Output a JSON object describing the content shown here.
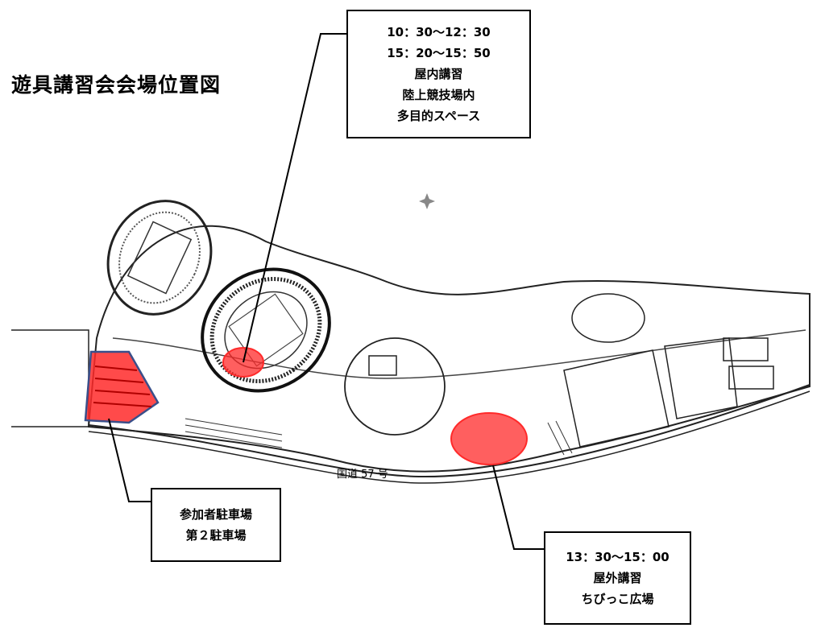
{
  "title": "遊具講習会会場位置図",
  "callouts": {
    "indoor": {
      "time1": "10：30～12：30",
      "time2": "15：20～15：50",
      "type": "屋内講習",
      "place1": "陸上競技場内",
      "place2": "多目的スペース"
    },
    "parking": {
      "line1": "参加者駐車場",
      "line2": "第２駐車場"
    },
    "outdoor": {
      "time": "13：30～15：00",
      "type": "屋外講習",
      "place": "ちびっこ広場"
    }
  },
  "road_label": "国道 57 号",
  "colors": {
    "highlight": "#ff2a2a",
    "parking_border": "#3a4f8a",
    "line": "#000000"
  }
}
